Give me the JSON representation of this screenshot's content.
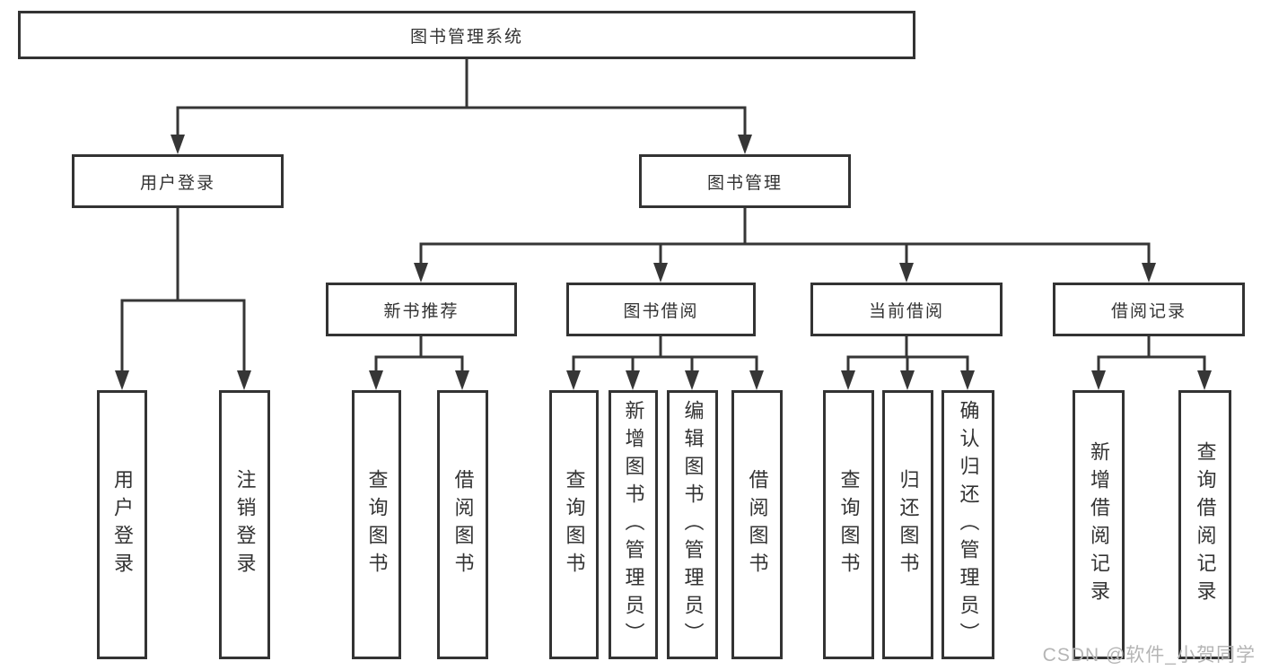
{
  "diagram": {
    "root": {
      "label": "图书管理系统"
    },
    "level2": [
      {
        "label": "用户登录"
      },
      {
        "label": "图书管理"
      }
    ],
    "level3": [
      {
        "label": "新书推荐"
      },
      {
        "label": "图书借阅"
      },
      {
        "label": "当前借阅"
      },
      {
        "label": "借阅记录"
      }
    ],
    "leaves": {
      "user_login": [
        {
          "label": "用户登录"
        },
        {
          "label": "注销登录"
        }
      ],
      "new_book_rec": [
        {
          "label": "查询图书"
        },
        {
          "label": "借阅图书"
        }
      ],
      "book_borrow": [
        {
          "label": "查询图书"
        },
        {
          "label": "新增图书（管理员）"
        },
        {
          "label": "编辑图书（管理员）"
        },
        {
          "label": "借阅图书"
        }
      ],
      "current_borrow": [
        {
          "label": "查询图书"
        },
        {
          "label": "归还图书"
        },
        {
          "label": "确认归还（管理员）"
        }
      ],
      "borrow_records": [
        {
          "label": "新增借阅记录"
        },
        {
          "label": "查询借阅记录"
        }
      ]
    }
  },
  "watermark": {
    "text": "CSDN @软件_小贺同学"
  },
  "colors": {
    "line": "#363636",
    "box_border": "#333333",
    "text": "#333333",
    "background": "#ffffff",
    "watermark": "#b5b5b5"
  }
}
